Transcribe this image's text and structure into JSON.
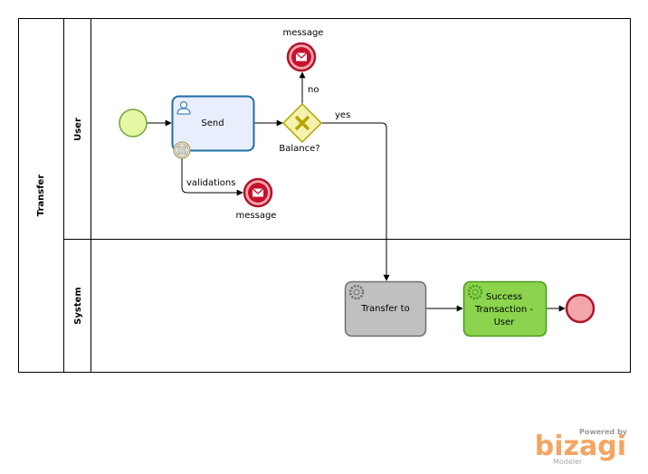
{
  "pool": {
    "name": "Transfer"
  },
  "lanes": [
    {
      "name": "User"
    },
    {
      "name": "System"
    }
  ],
  "tasks": {
    "send": "Send",
    "transfer_to": "Transfer to",
    "success_line1": "Success",
    "success_line2": "Transaction -",
    "success_line3": "User"
  },
  "gateway": {
    "label": "Balance?"
  },
  "end_events": {
    "top_message": "message",
    "bottom_message": "message"
  },
  "flows": {
    "no": "no",
    "yes": "yes",
    "validations": "validations"
  },
  "watermark": {
    "powered_by": "Powered by",
    "brand": "bizagi",
    "product": "Modeler"
  },
  "colors": {
    "start_fill": "#e6f8a3",
    "start_stroke": "#6fa33a",
    "end_fill": "#f2a6aa",
    "end_stroke": "#b0142a",
    "message_fill": "#c8102e",
    "user_task_fill": "#e8eefc",
    "user_task_stroke": "#1f6fa6",
    "service_task_fill": "#c0c0c0",
    "success_task_fill": "#8cd44e",
    "gateway_fill": "#f5f2b0",
    "gateway_stroke": "#b3a400"
  }
}
